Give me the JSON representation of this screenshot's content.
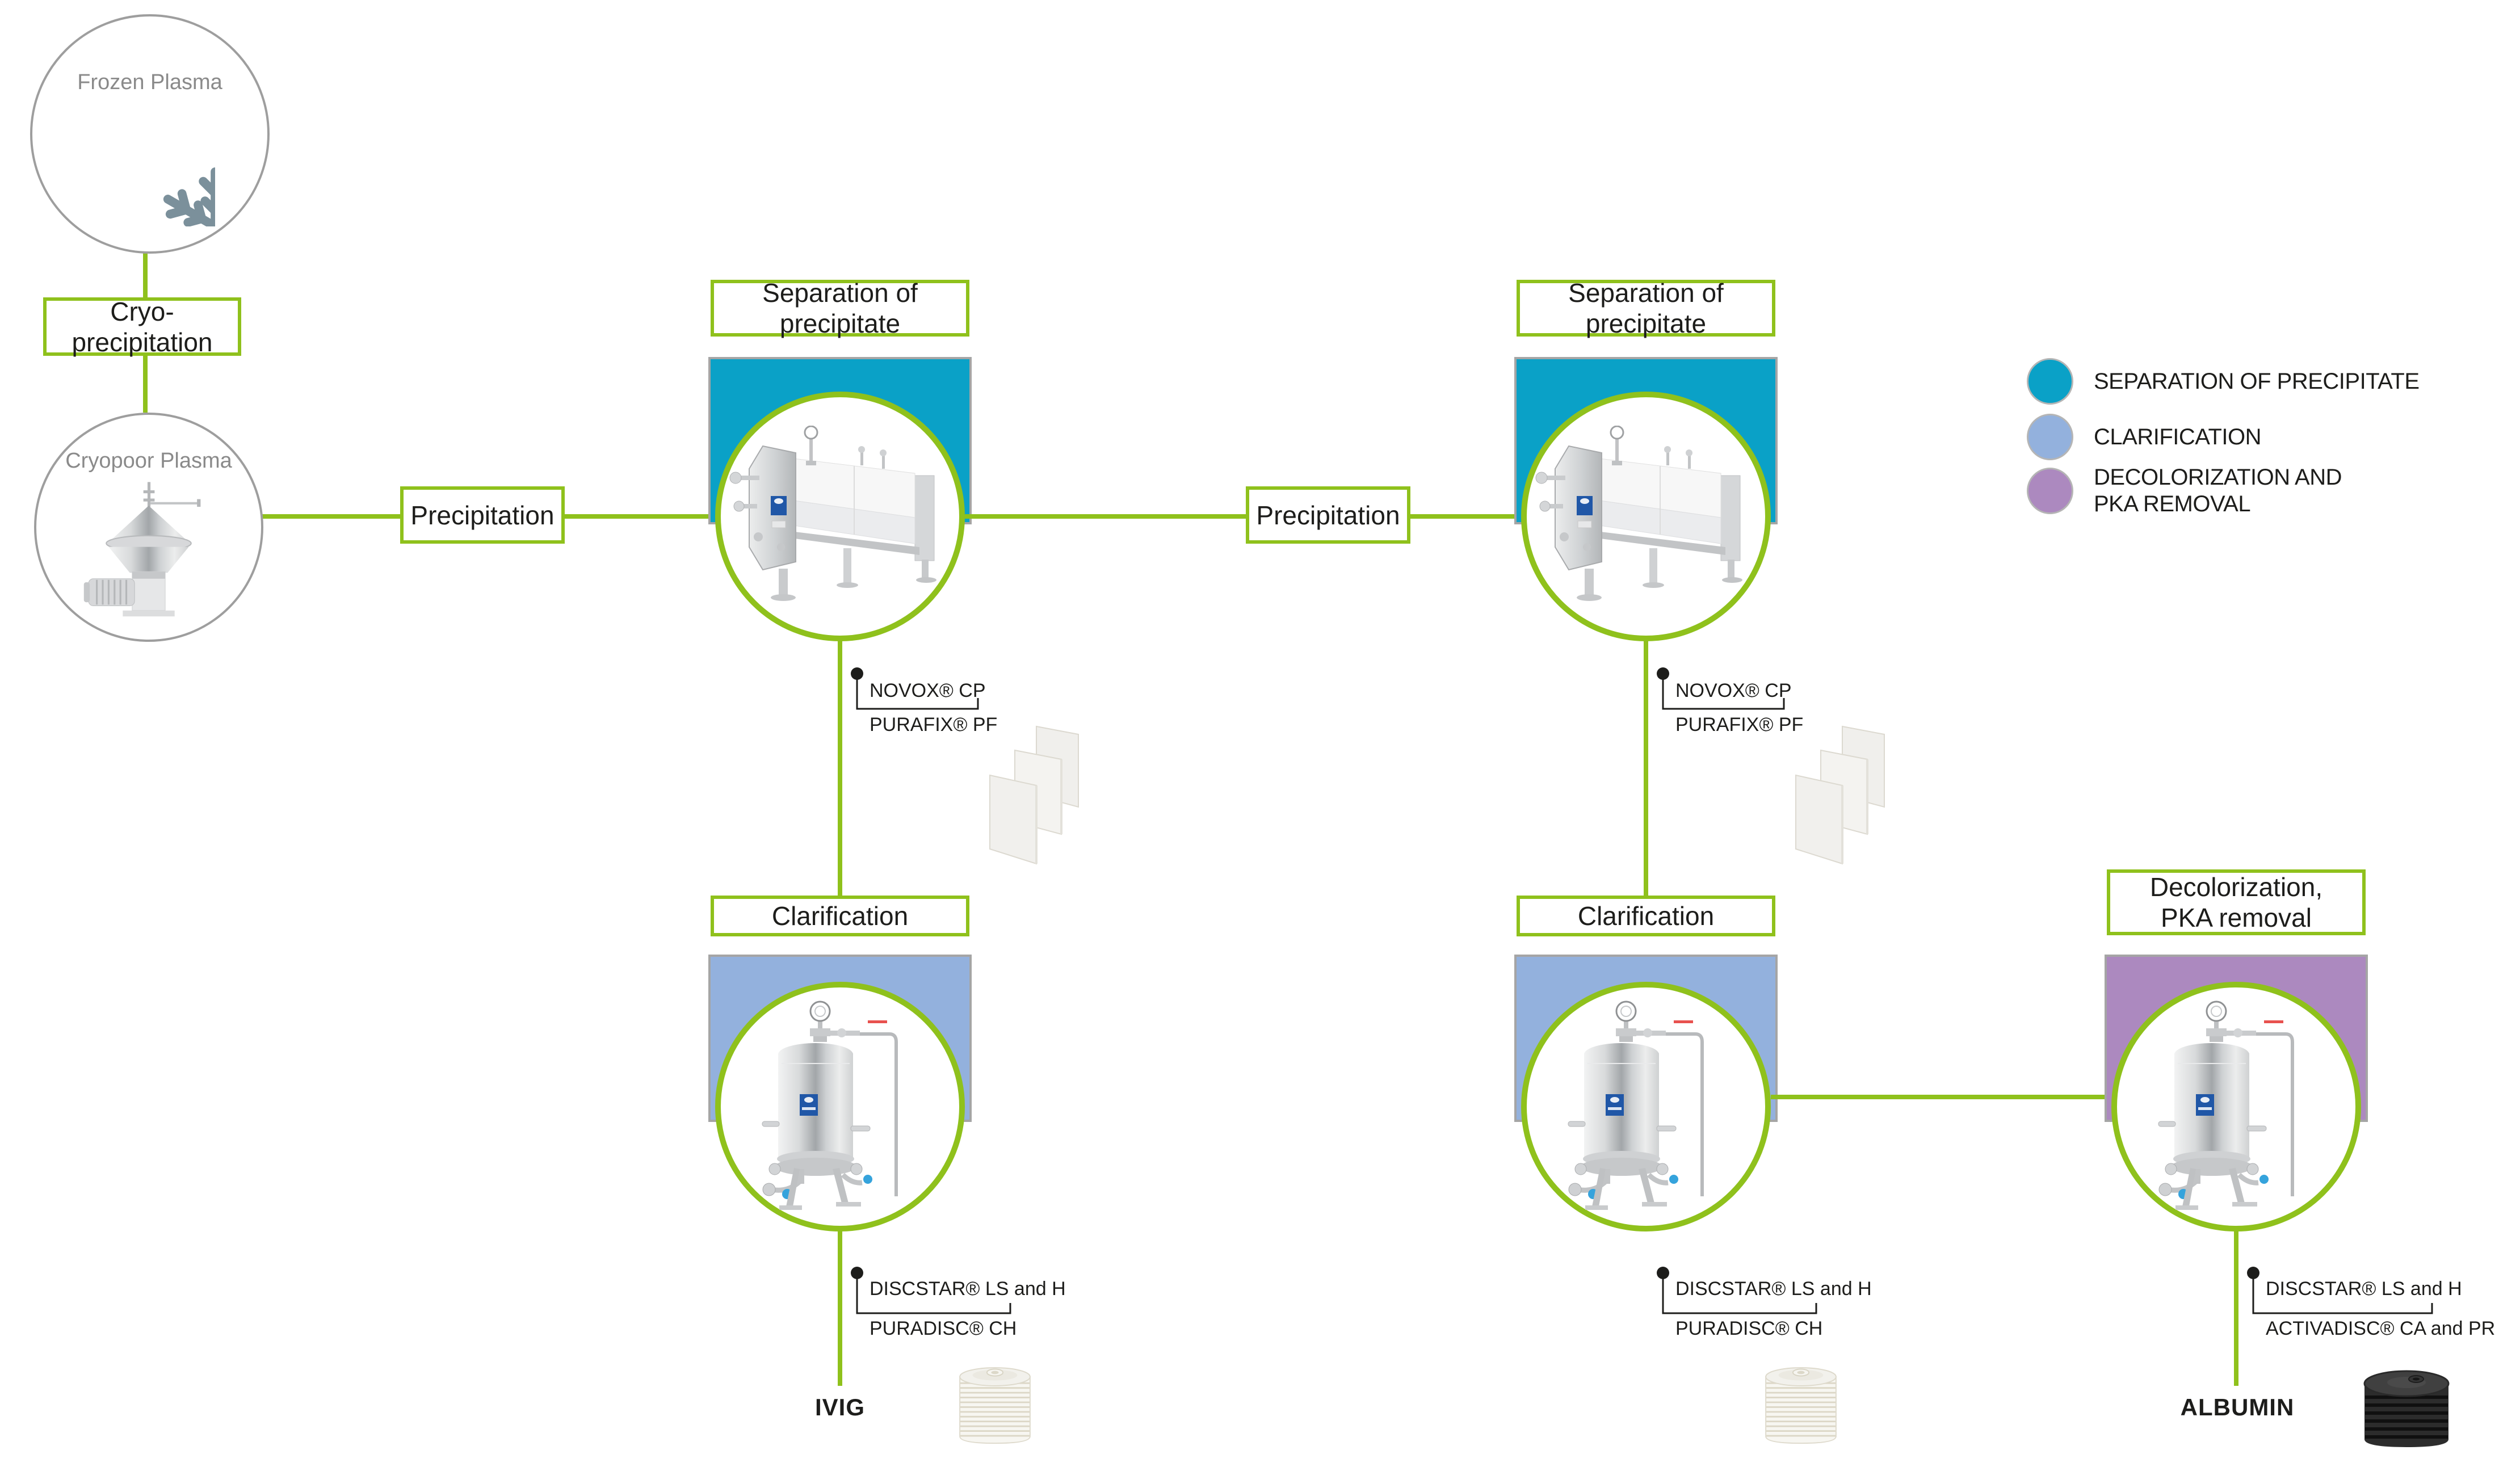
{
  "palette": {
    "green": "#8fc11c",
    "teal": "#0aa1c7",
    "blue": "#93b1dd",
    "purple": "#ac89bf",
    "gray_border": "#a5a5a5",
    "circle_gray": "#9e9e9e",
    "text_dark": "#1d1d1b",
    "text_gray": "#8a8a8a",
    "snowflake": "#7b909b",
    "logo_blue": "#2057a7",
    "red_mark": "#e8514e"
  },
  "sources": {
    "frozen_plasma": "Frozen Plasma",
    "cryo_precipitation": "Cryo-precipitation",
    "cryopoor_plasma": "Cryopoor Plasma"
  },
  "stages": {
    "precipitation_1": "Precipitation",
    "precipitation_2": "Precipitation",
    "separation_1": "Separation of precipitate",
    "separation_2": "Separation of precipitate",
    "clarification_1": "Clarification",
    "clarification_2": "Clarification",
    "decolorization_line1": "Decolorization,",
    "decolorization_line2": "PKA removal"
  },
  "products": {
    "novox_1": "NOVOX® CP",
    "purafix_1": "PURAFIX® PF",
    "discstar_1": "DISCSTAR® LS and H",
    "puradisc_1": "PURADISC® CH",
    "novox_2": "NOVOX® CP",
    "purafix_2": "PURAFIX® PF",
    "discstar_2": "DISCSTAR® LS and H",
    "puradisc_2": "PURADISC® CH",
    "discstar_3": "DISCSTAR® LS and H",
    "activadisc_3": "ACTIVADISC® CA and PR"
  },
  "outputs": {
    "ivig": "IVIG",
    "albumin": "ALBUMIN"
  },
  "legend": {
    "items": [
      {
        "label": "SEPARATION OF PRECIPITATE",
        "color": "#0aa1c7"
      },
      {
        "label": "CLARIFICATION",
        "color": "#93b1dd"
      },
      {
        "label": "DECOLORIZATION AND PKA REMOVAL",
        "color": "#ac89bf"
      }
    ]
  }
}
